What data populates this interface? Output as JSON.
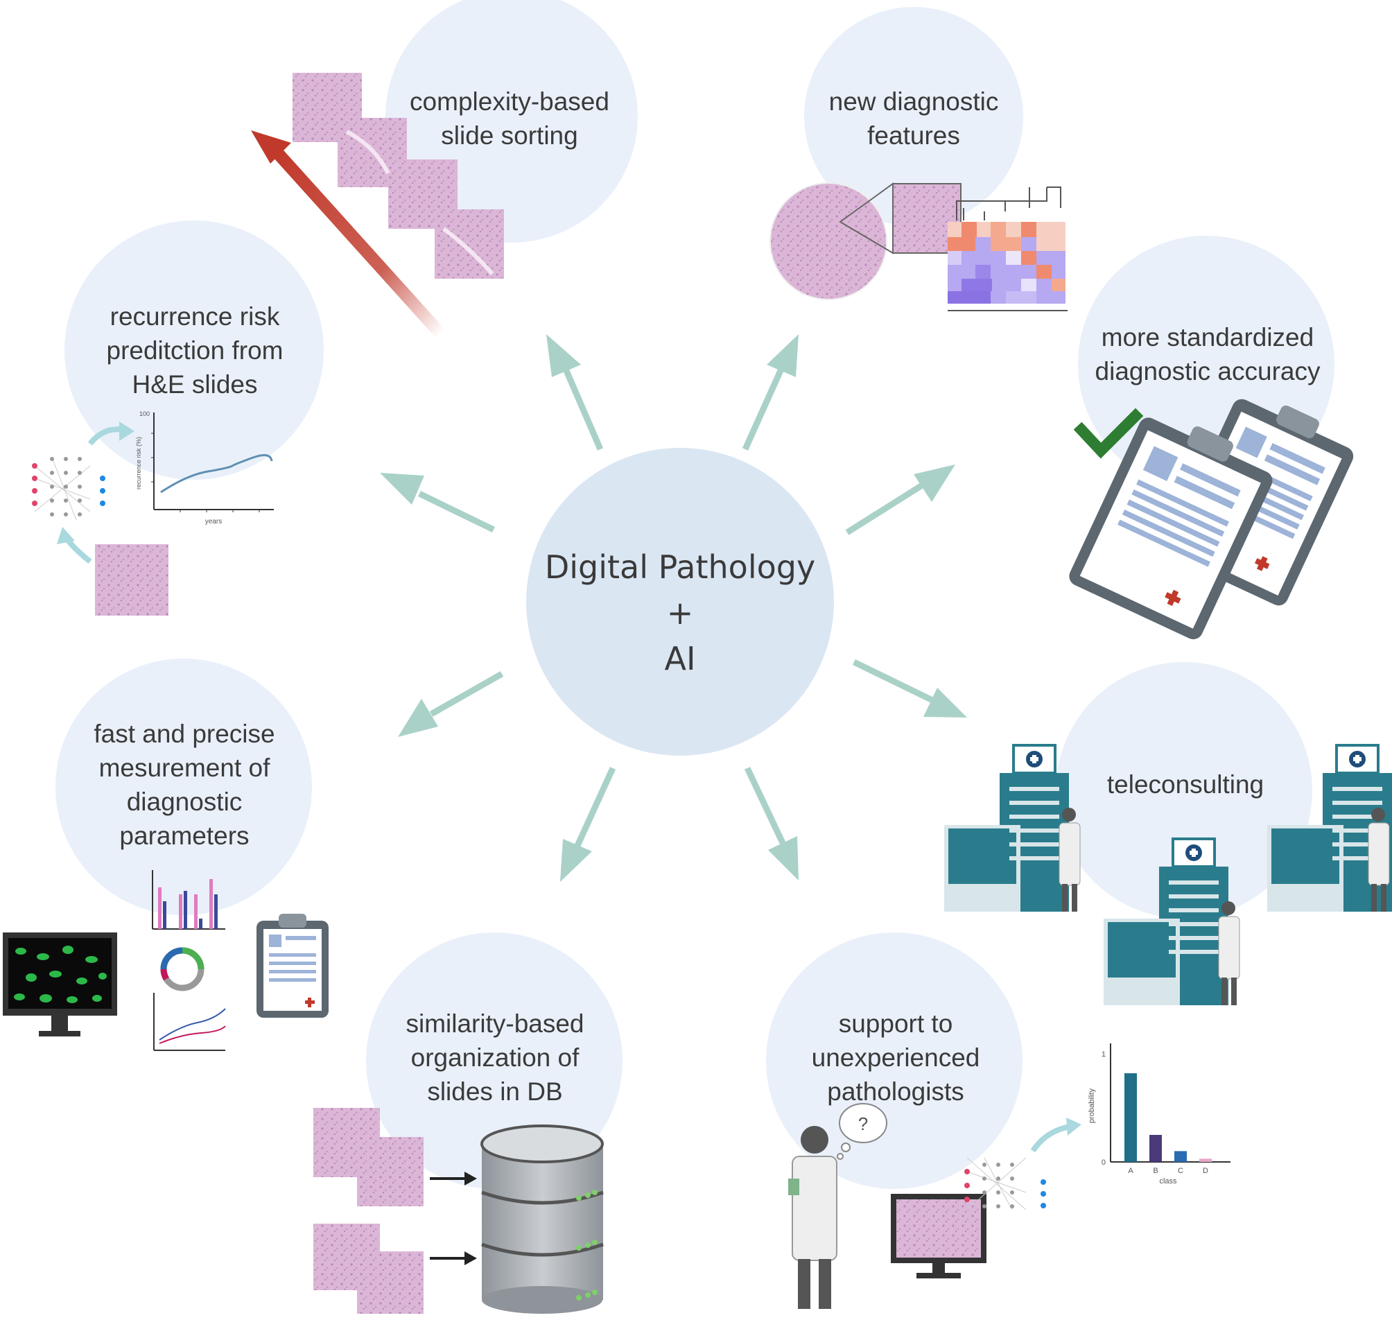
{
  "center": {
    "line1": "Digital Pathology",
    "line2": "+",
    "line3": "AI"
  },
  "topics": {
    "sorting": {
      "line1": "complexity-based",
      "line2": "slide sorting"
    },
    "features": {
      "line1": "new diagnostic",
      "line2": "features"
    },
    "accuracy": {
      "line1": "more standardized",
      "line2": "diagnostic accuracy"
    },
    "teleconsulting": {
      "line1": "teleconsulting"
    },
    "support": {
      "line1": "support to",
      "line2": "unexperienced",
      "line3": "pathologists"
    },
    "similarity": {
      "line1": "similarity-based",
      "line2": "organization of",
      "line3": "slides in DB"
    },
    "measurement": {
      "line1": "fast and precise",
      "line2": "mesurement of",
      "line3": "diagnostic",
      "line4": "parameters"
    },
    "recurrence": {
      "line1": "recurrence risk",
      "line2": "preditction from",
      "line3": "H&E slides"
    }
  },
  "recurrence_chart": {
    "ylabel": "recurrence risk (%)",
    "xlabel": "years",
    "ytick_top": "100"
  },
  "probability_chart": {
    "ylabel": "probability",
    "xlabel": "class",
    "categories": [
      "A",
      "B",
      "C",
      "D"
    ],
    "values": [
      0.82,
      0.25,
      0.1,
      0.03
    ],
    "ytick_top": "1",
    "ytick_bottom": "0",
    "colors": [
      "#1f6f88",
      "#4a3a7a",
      "#2a6ab0",
      "#e9a6c9"
    ]
  },
  "support_bubble": {
    "text": "?"
  },
  "colors": {
    "topic_circle": "#e9f0f9",
    "center_circle": "#dbe6f3",
    "arrow": "#a9d1c8",
    "red_arrow": "#c0392b",
    "check": "#2e7d32",
    "clipboard": "#5c6770",
    "paper_lines": "#9db3d8",
    "hospital": "#2a7c8c",
    "slide_pink": "#dcb6d6"
  }
}
